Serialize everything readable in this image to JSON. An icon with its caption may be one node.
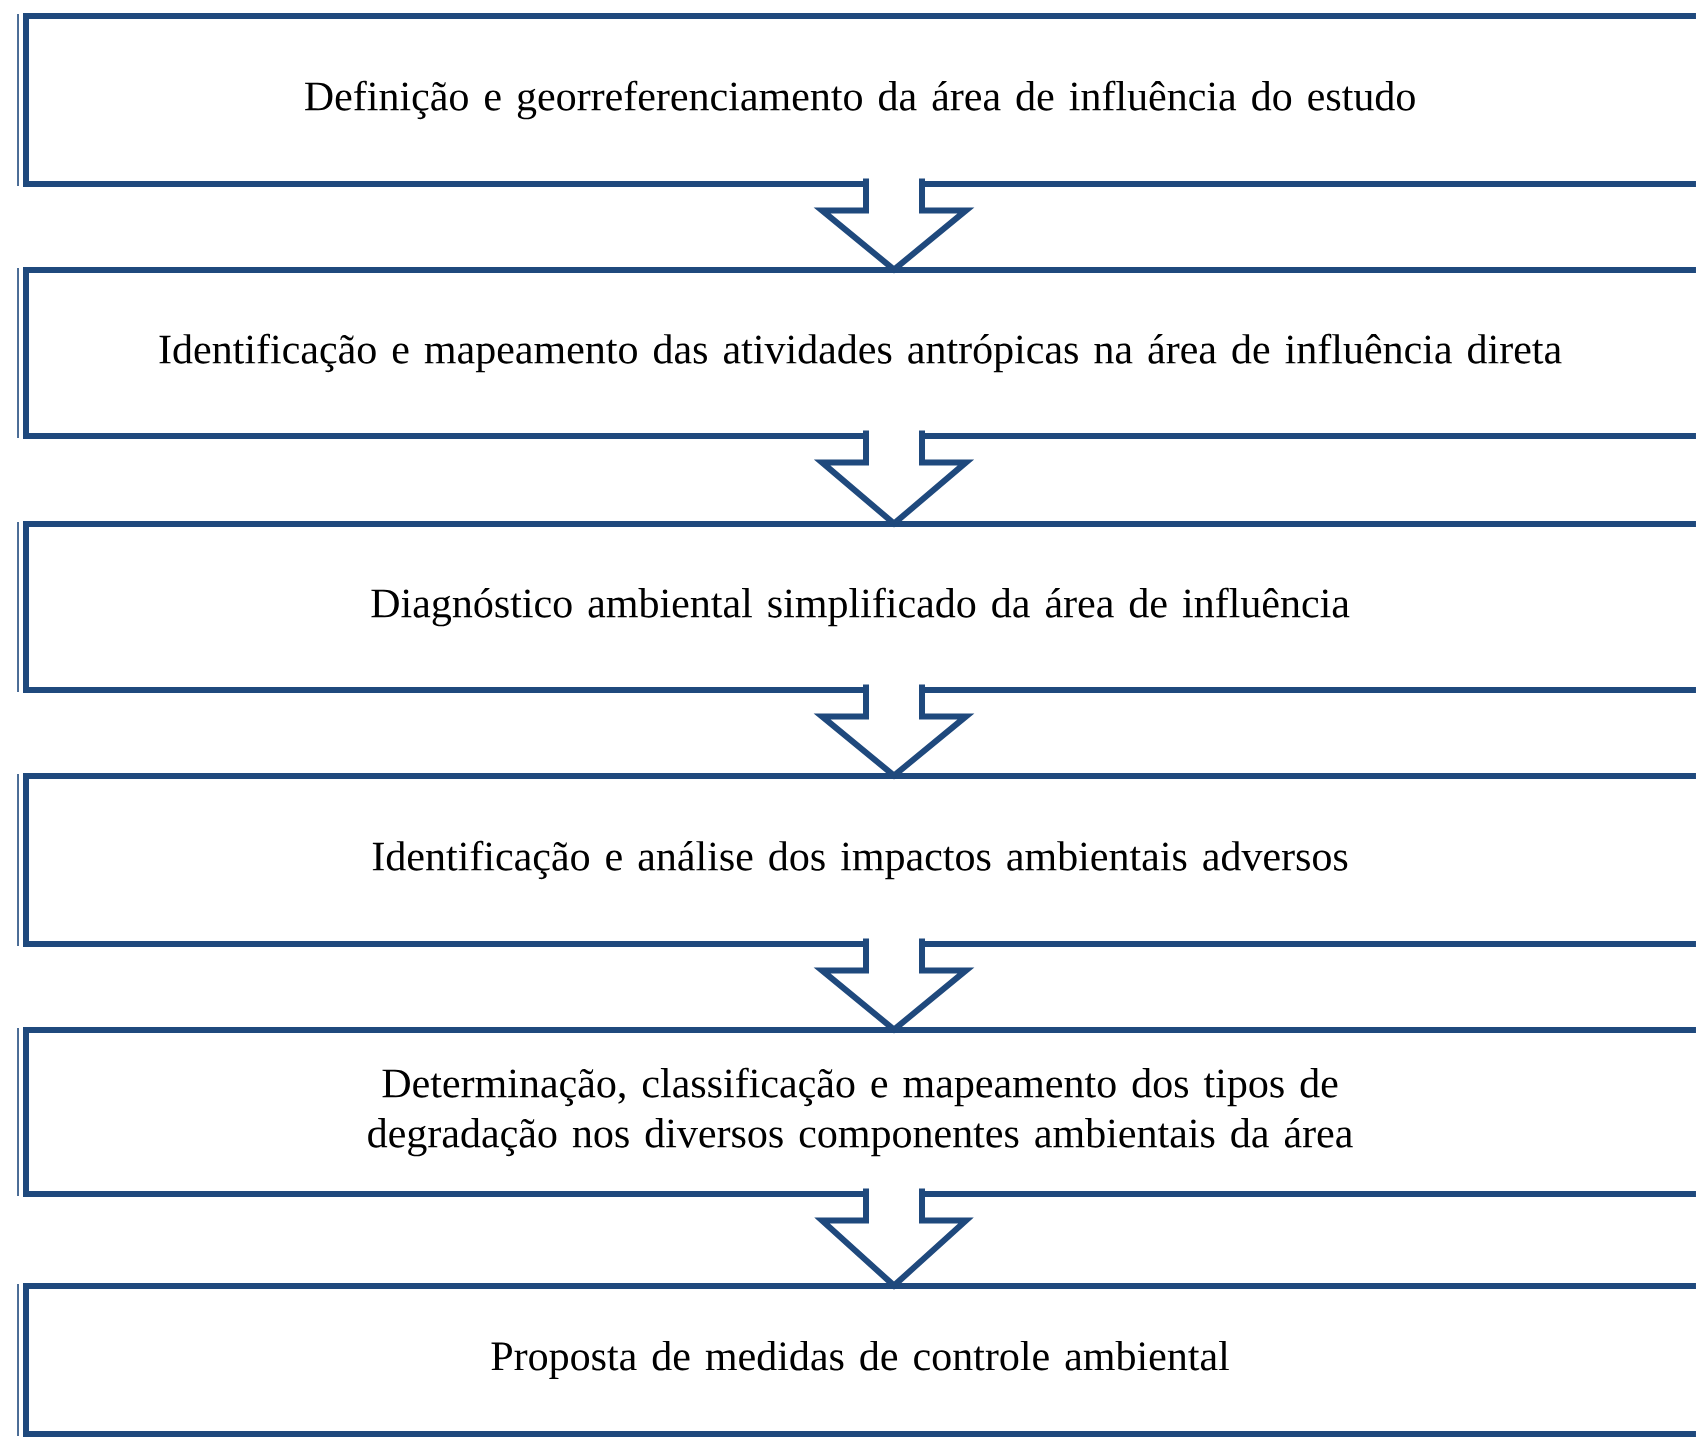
{
  "diagram": {
    "nodes": [
      {
        "text": [
          "Definição e georreferenciamento da área de influência do estudo"
        ]
      },
      {
        "text": [
          "Identificação e mapeamento das atividades antrópicas na área de influência direta"
        ]
      },
      {
        "text": [
          "Diagnóstico ambiental simplificado da área de influência"
        ]
      },
      {
        "text": [
          "Identificação e análise dos impactos ambientais adversos"
        ]
      },
      {
        "text": [
          "Determinação, classificação e mapeamento dos tipos de degradação nos diversos componentes ambientais da área"
        ]
      },
      {
        "text": [
          "Proposta de medidas de controle ambiental"
        ]
      }
    ],
    "edges": [
      {
        "from": 0,
        "to": 1,
        "arrow": "to"
      },
      {
        "from": 1,
        "to": 2,
        "arrow": "to"
      },
      {
        "from": 2,
        "to": 3,
        "arrow": "to"
      },
      {
        "from": 3,
        "to": 4,
        "arrow": "to"
      },
      {
        "from": 4,
        "to": 5,
        "arrow": "to"
      }
    ]
  }
}
